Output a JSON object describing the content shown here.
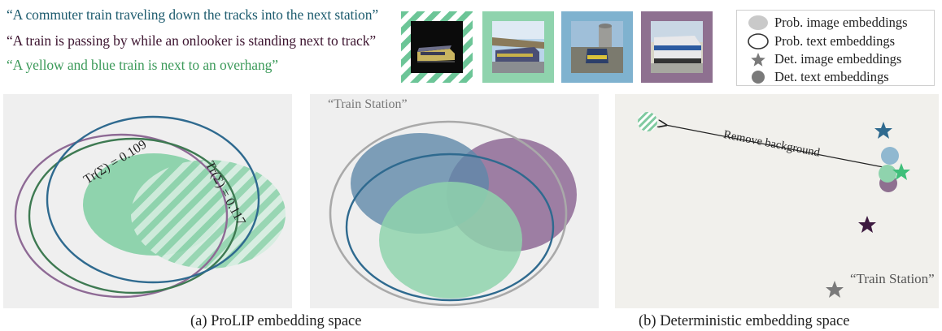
{
  "captions": [
    {
      "text": "“A commuter train traveling down the tracks into the next station”",
      "color": "#1d5b6e"
    },
    {
      "text": "“A train is passing by while an onlooker is standing next to track”",
      "color": "#3d1530"
    },
    {
      "text": "“A yellow and blue train is next to an overhang”",
      "color": "#3c9a5a"
    }
  ],
  "thumbnails": [
    {
      "border": "hatched-green",
      "subject": "train-photo-dark"
    },
    {
      "border": "#8fd3ad",
      "subject": "train-photo-platform"
    },
    {
      "border": "#7fb2cf",
      "subject": "train-photo-yard"
    },
    {
      "border": "#8e7090",
      "subject": "train-photo-locomotive"
    }
  ],
  "legend": {
    "items": [
      {
        "symbol": "filled-ellipse",
        "label": "Prob. image embeddings"
      },
      {
        "symbol": "outline-ellipse",
        "label": "Prob. text embeddings"
      },
      {
        "symbol": "star",
        "label": "Det. image embeddings"
      },
      {
        "symbol": "filled-circle",
        "label": "Det. text embeddings"
      }
    ]
  },
  "panel_a1": {
    "trace_left": "Tr(Σ) = 0.109",
    "trace_right": "Tr(Σ) = 0.117"
  },
  "panel_a2": {
    "label": "“Train Station”"
  },
  "panel_b": {
    "arrow_label": "Remove background",
    "point_label": "“Train Station”"
  },
  "subcaptions": {
    "a": "(a) ProLIP embedding space",
    "b": "(b) Deterministic embedding space"
  },
  "colors": {
    "green": "#8fd3ad",
    "teal_blue": "#2f6a8f",
    "purple": "#8e6a95",
    "dark_green": "#3e7a52",
    "panel_bg_a": "#efefef",
    "panel_bg_b": "#f1f0ec"
  }
}
